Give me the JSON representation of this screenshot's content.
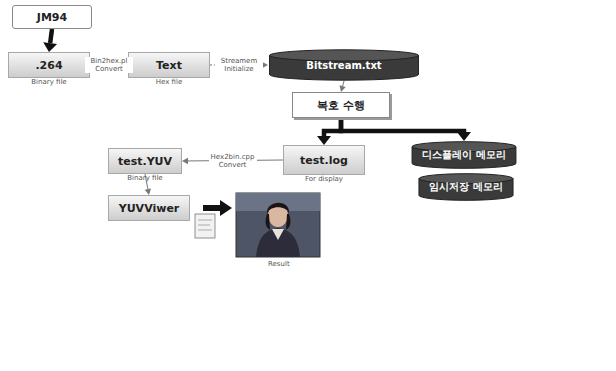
{
  "diagram": {
    "nodes": [
      {
        "text": [
          "JM94"
        ]
      },
      {
        "text": [
          ".264",
          "Binary file"
        ]
      },
      {
        "text": [
          "Text",
          "Hex file"
        ]
      },
      {
        "text": [
          "Bitstream.txt"
        ]
      },
      {
        "text": [
          "복호 수행"
        ]
      },
      {
        "text": [
          "test.log",
          "For display"
        ]
      },
      {
        "text": [
          "디스플레이 메모리"
        ]
      },
      {
        "text": [
          "임시저장 메모리"
        ]
      },
      {
        "text": [
          "test.YUV",
          "Binary file"
        ]
      },
      {
        "text": [
          "YUVViwer"
        ]
      }
    ],
    "edges": [
      {
        "from": 0,
        "to": 1,
        "arrow": "to"
      },
      {
        "from": 1,
        "to": 2,
        "label": "Bin2hex.pl Convert",
        "arrow": "to"
      },
      {
        "from": 2,
        "to": 3,
        "label": "Streamem Initialize",
        "arrow": "to"
      },
      {
        "from": 3,
        "to": 4,
        "arrow": "to"
      },
      {
        "from": 4,
        "to": 5,
        "arrow": "to"
      },
      {
        "from": 4,
        "to": 6,
        "arrow": "to"
      },
      {
        "from": 5,
        "to": 8,
        "label": "Hex2bin.cpp Convert",
        "arrow": "to"
      },
      {
        "from": 8,
        "to": 9,
        "arrow": "to"
      }
    ],
    "labels": [
      "Result"
    ]
  }
}
